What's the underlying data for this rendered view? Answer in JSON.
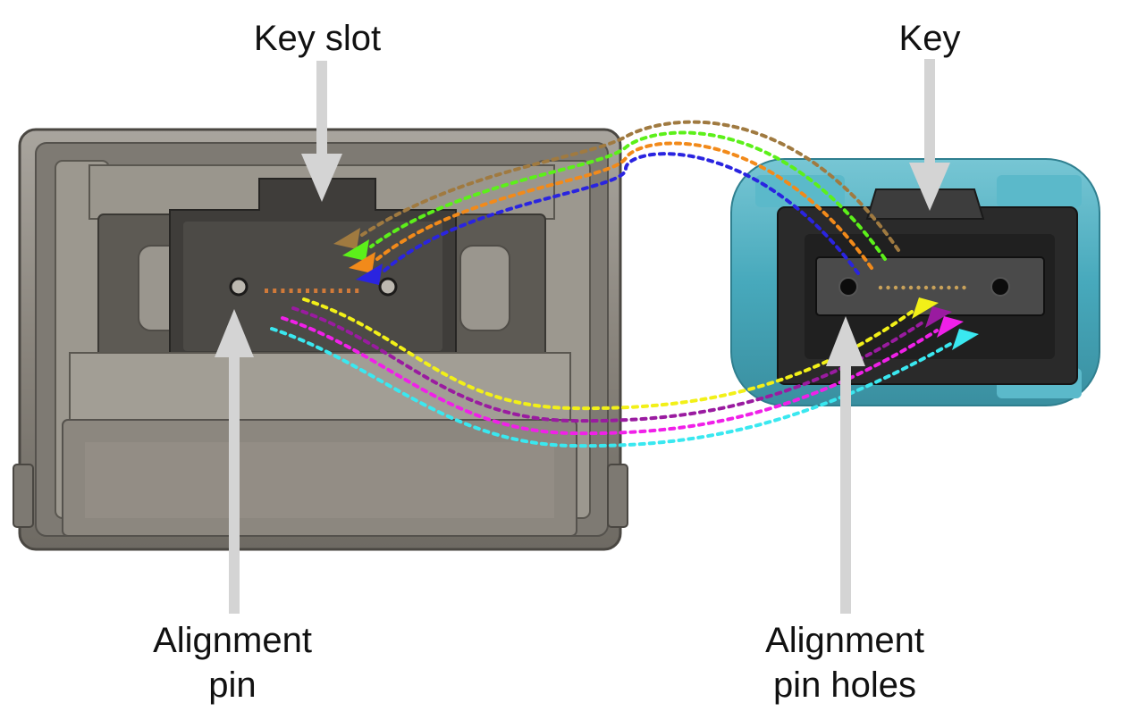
{
  "labels": {
    "key_slot": "Key slot",
    "key": "Key",
    "alignment_pin": "Alignment\npin",
    "alignment_pin_holes": "Alignment\npin holes"
  },
  "colors": {
    "pointer_arrow": "#d4d4d4",
    "left_housing_metal": "#8d8a84",
    "right_boot_teal": "#4fb3c6",
    "ferrule_black": "#1c1c1c",
    "upper_traces": [
      "#a07a40",
      "#5cf01a",
      "#f28a1a",
      "#2a24e0"
    ],
    "lower_traces": [
      "#f2f018",
      "#9a1ba0",
      "#f020e8",
      "#3ae8f0"
    ]
  },
  "icons": [
    "left-connector-receptacle",
    "right-mpo-plug",
    "pointer-arrow",
    "dotted-trace-arrow"
  ]
}
